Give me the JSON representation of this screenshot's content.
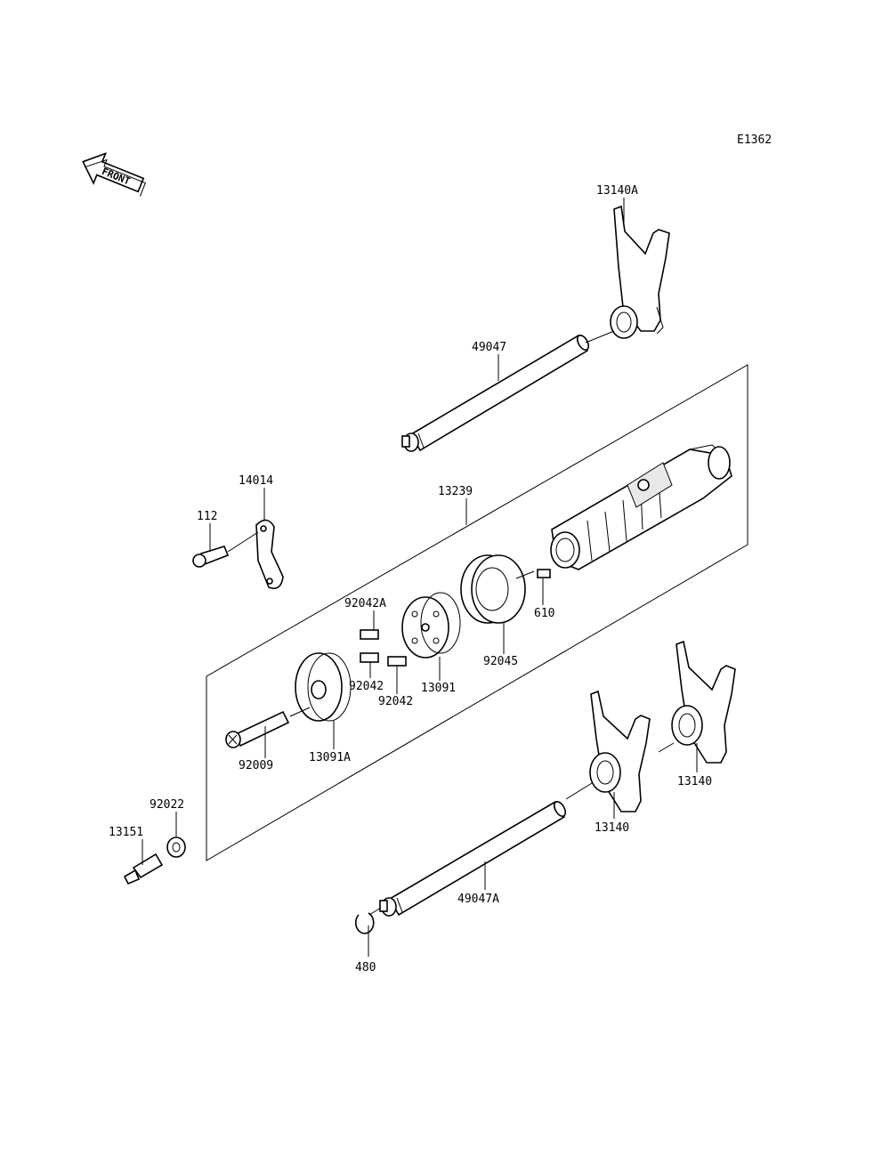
{
  "diagram_code": "E1362",
  "front_indicator": "FRONT",
  "labels": {
    "p13140A": "13140A",
    "p49047": "49047",
    "p14014": "14014",
    "p112": "112",
    "p13239": "13239",
    "p92042A": "92042A",
    "p610": "610",
    "p92045": "92045",
    "p92042a": "92042",
    "p92042b": "92042",
    "p13091": "13091",
    "p92009": "92009",
    "p13091A": "13091A",
    "p92022": "92022",
    "p13151": "13151",
    "p13140a": "13140",
    "p13140b": "13140",
    "p49047A": "49047A",
    "p480": "480"
  }
}
